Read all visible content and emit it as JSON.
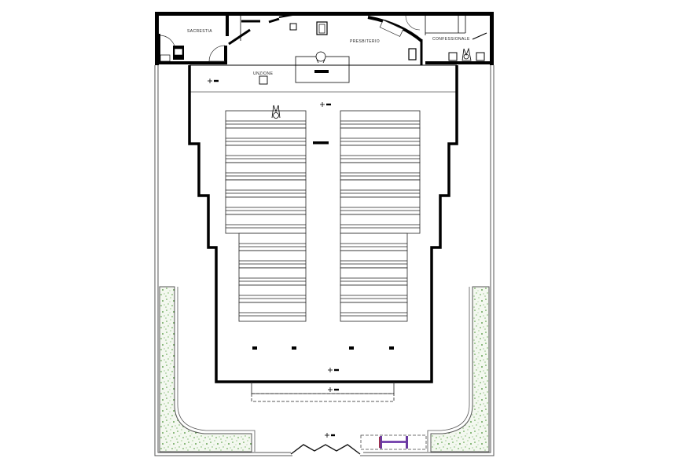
{
  "drawing": {
    "type": "church floor plan",
    "labels": {
      "sacristy": "SACRESTIA",
      "anointing": "UNZIONE",
      "presbytery": "PRESBITERIO",
      "confessional": "CONFESSIONALE"
    },
    "pews": {
      "left_count": 12,
      "right_count": 12
    },
    "colors": {
      "wall": "#000000",
      "line": "#333333",
      "planter_fill": "#e9f3e3",
      "planter_speckle": "#4f9a3a",
      "accent_purple": "#6a3aa0",
      "accent_red": "#a0304a"
    }
  }
}
